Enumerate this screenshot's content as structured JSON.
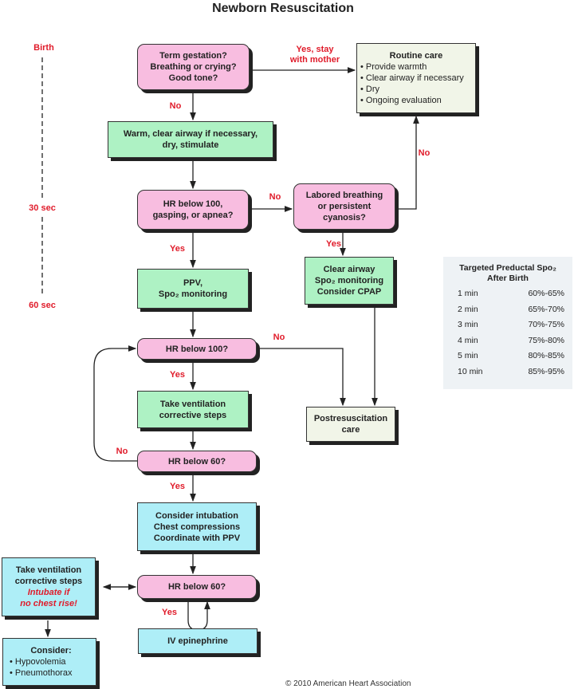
{
  "title": "Newborn Resuscitation",
  "timeline": {
    "birth": "Birth",
    "t30": "30 sec",
    "t60": "60 sec"
  },
  "boxes": {
    "q1": [
      "Term gestation?",
      "Breathing or crying?",
      "Good tone?"
    ],
    "routine": {
      "title": "Routine care",
      "items": [
        "Provide warmth",
        "Clear airway if necessary",
        "Dry",
        "Ongoing evaluation"
      ]
    },
    "warm": [
      "Warm, clear airway if necessary,",
      "dry, stimulate"
    ],
    "q2": [
      "HR below 100,",
      "gasping, or apnea?"
    ],
    "q3": [
      "Labored breathing",
      "or persistent",
      "cyanosis?"
    ],
    "ppv": [
      "PPV,",
      "Spo₂ monitoring"
    ],
    "clear": [
      "Clear airway",
      "Spo₂ monitoring",
      "Consider CPAP"
    ],
    "q4": "HR below 100?",
    "vent": [
      "Take ventilation",
      "corrective steps"
    ],
    "post": [
      "Postresuscitation",
      "care"
    ],
    "q5": "HR below 60?",
    "intub": [
      "Consider intubation",
      "Chest compressions",
      "Coordinate with PPV"
    ],
    "q6": "HR below 60?",
    "vent2": {
      "lines": [
        "Take ventilation",
        "corrective steps"
      ],
      "warn": [
        "Intubate if",
        "no chest rise!"
      ]
    },
    "epi": "IV epinephrine",
    "consider": {
      "title": "Consider:",
      "items": [
        "Hypovolemia",
        "Pneumothorax"
      ]
    }
  },
  "labels": {
    "yes_stay": [
      "Yes, stay",
      "with mother"
    ],
    "no": "No",
    "yes": "Yes"
  },
  "table": {
    "title": [
      "Targeted Preductal Spo₂",
      "After Birth"
    ],
    "rows": [
      [
        "1 min",
        "60%-65%"
      ],
      [
        "2 min",
        "65%-70%"
      ],
      [
        "3 min",
        "70%-75%"
      ],
      [
        "4 min",
        "75%-80%"
      ],
      [
        "5 min",
        "80%-85%"
      ],
      [
        "10 min",
        "85%-95%"
      ]
    ]
  },
  "copyright": "© 2010 American Heart Association",
  "colors": {
    "decision": "#f8bde0",
    "action": "#aef2c4",
    "advanced": "#aeeef7",
    "routine": "#f1f5e8",
    "label": "#e01b2a"
  }
}
